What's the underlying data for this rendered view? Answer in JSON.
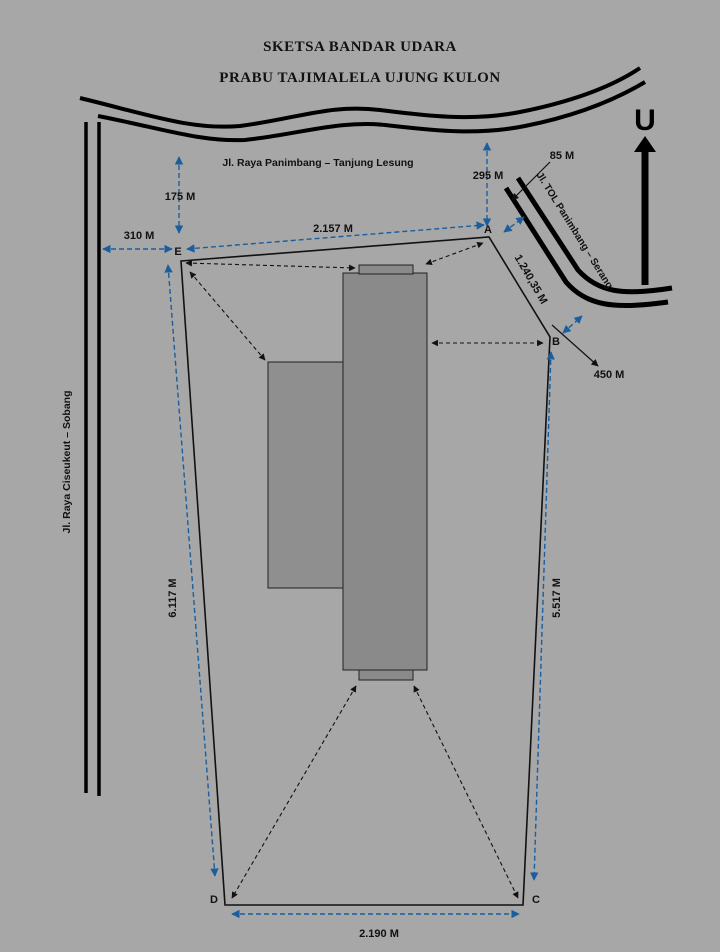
{
  "title": {
    "line1": "SKETSA BANDAR UDARA",
    "line2": "PRABU TAJIMALELA UJUNG KULON"
  },
  "north": {
    "letter": "U"
  },
  "roads": {
    "north": "Jl. Raya Panimbang – Tanjung Lesung",
    "west": "Jl. Raya Ciseukeut – Sobang",
    "toll": "Jl. TOL Panimbang – Serang"
  },
  "points": {
    "a": "A",
    "b": "B",
    "c": "C",
    "d": "D",
    "e": "E"
  },
  "distances": {
    "e_to_road": "175 M",
    "a_to_road": "295 M",
    "e_to_west_road": "310 M",
    "a_to_toll": "85 M",
    "b_to_toll": "450 M",
    "e_a": "2.157 M",
    "a_b": "1.240,35 M",
    "e_d": "6.117 M",
    "b_c": "5.517 M",
    "d_c": "2.190 M"
  },
  "colors": {
    "background": "#a7a7a7",
    "dimension_line": "#1b5e9e",
    "road": "#000000",
    "runway": "#8a8a8a",
    "apron": "#8f8f8f"
  }
}
